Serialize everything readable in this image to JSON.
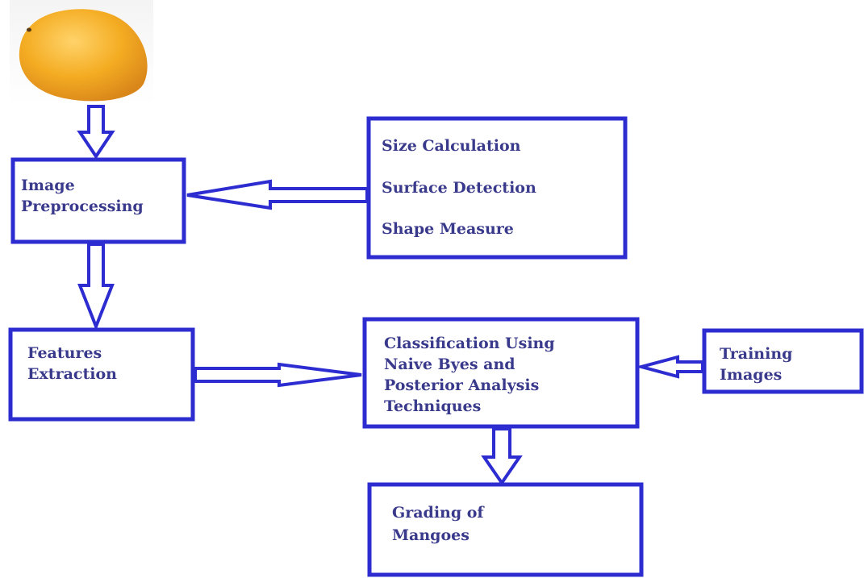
{
  "image_preprocessing": {
    "line1": "Image",
    "line2": "Preprocessing"
  },
  "measures": {
    "item1": "Size Calculation",
    "item2": "Surface Detection",
    "item3": "Shape Measure"
  },
  "features_extraction": {
    "line1": "Features",
    "line2": "Extraction"
  },
  "classification": {
    "line1": "Classification Using",
    "line2": "Naive Byes and",
    "line3": "Posterior Analysis",
    "line4": "Techniques"
  },
  "training_images": {
    "line1": "Training",
    "line2": "Images"
  },
  "grading": {
    "line1": "Grading of",
    "line2": "Mangoes"
  },
  "colors": {
    "box_stroke": "#2c2cd0",
    "text": "#3a3a8c",
    "mango": "#f2a81c"
  },
  "icons": {
    "mango": "mango-image"
  }
}
